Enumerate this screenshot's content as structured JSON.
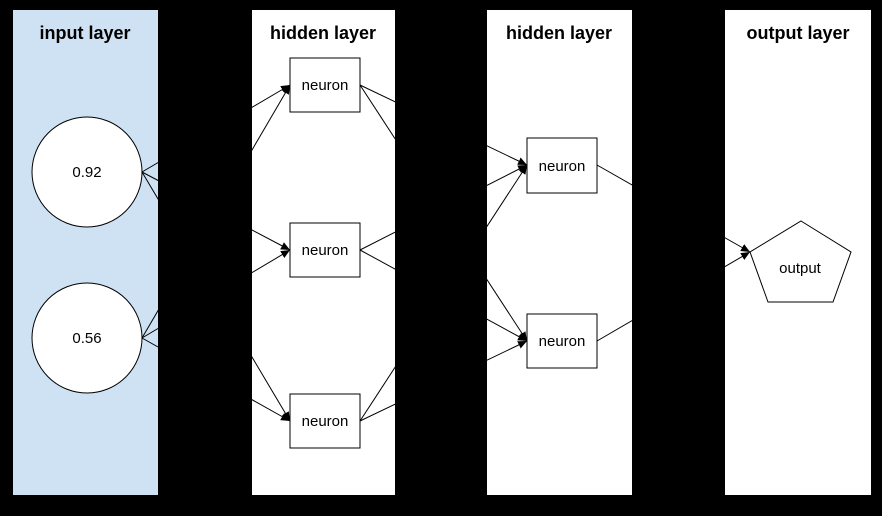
{
  "diagram": {
    "type": "neural-network",
    "background_color": "#000000",
    "stroke_color": "#000000",
    "node_fill": "#ffffff",
    "layers": [
      {
        "title": "input layer",
        "panel_color": "#cfe2f3",
        "node_shape": "circle",
        "nodes": [
          {
            "label": "0.92"
          },
          {
            "label": "0.56"
          }
        ]
      },
      {
        "title": "hidden layer",
        "panel_color": "#ffffff",
        "node_shape": "rectangle",
        "nodes": [
          {
            "label": "neuron"
          },
          {
            "label": "neuron"
          },
          {
            "label": "neuron"
          }
        ]
      },
      {
        "title": "hidden layer",
        "panel_color": "#ffffff",
        "node_shape": "rectangle",
        "nodes": [
          {
            "label": "neuron"
          },
          {
            "label": "neuron"
          }
        ]
      },
      {
        "title": "output layer",
        "panel_color": "#ffffff",
        "node_shape": "pentagon",
        "nodes": [
          {
            "label": "output"
          }
        ]
      }
    ],
    "connections": [
      {
        "from": "input.0",
        "to": "hidden1.0"
      },
      {
        "from": "input.0",
        "to": "hidden1.1"
      },
      {
        "from": "input.0",
        "to": "hidden1.2"
      },
      {
        "from": "input.1",
        "to": "hidden1.0"
      },
      {
        "from": "input.1",
        "to": "hidden1.1"
      },
      {
        "from": "input.1",
        "to": "hidden1.2"
      },
      {
        "from": "hidden1.0",
        "to": "hidden2.0"
      },
      {
        "from": "hidden1.0",
        "to": "hidden2.1"
      },
      {
        "from": "hidden1.1",
        "to": "hidden2.0"
      },
      {
        "from": "hidden1.1",
        "to": "hidden2.1"
      },
      {
        "from": "hidden1.2",
        "to": "hidden2.0"
      },
      {
        "from": "hidden1.2",
        "to": "hidden2.1"
      },
      {
        "from": "hidden2.0",
        "to": "output.0"
      },
      {
        "from": "hidden2.1",
        "to": "output.0"
      }
    ]
  }
}
